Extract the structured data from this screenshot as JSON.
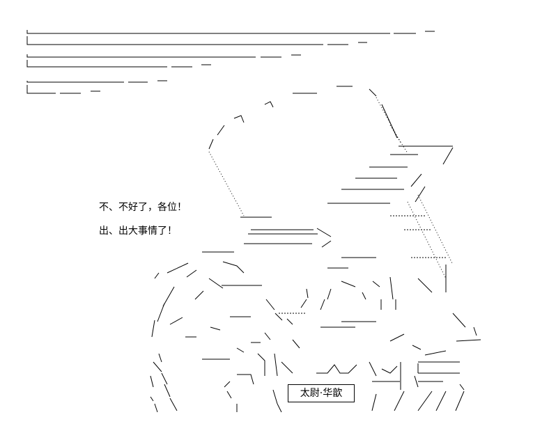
{
  "dialogue": {
    "line1": "不、不好了，各位！",
    "line2": "出、出大事情了！"
  },
  "nameplate": {
    "label": "太尉·华歆"
  },
  "colors": {
    "background": "#ffffff",
    "ink": "#000000"
  }
}
